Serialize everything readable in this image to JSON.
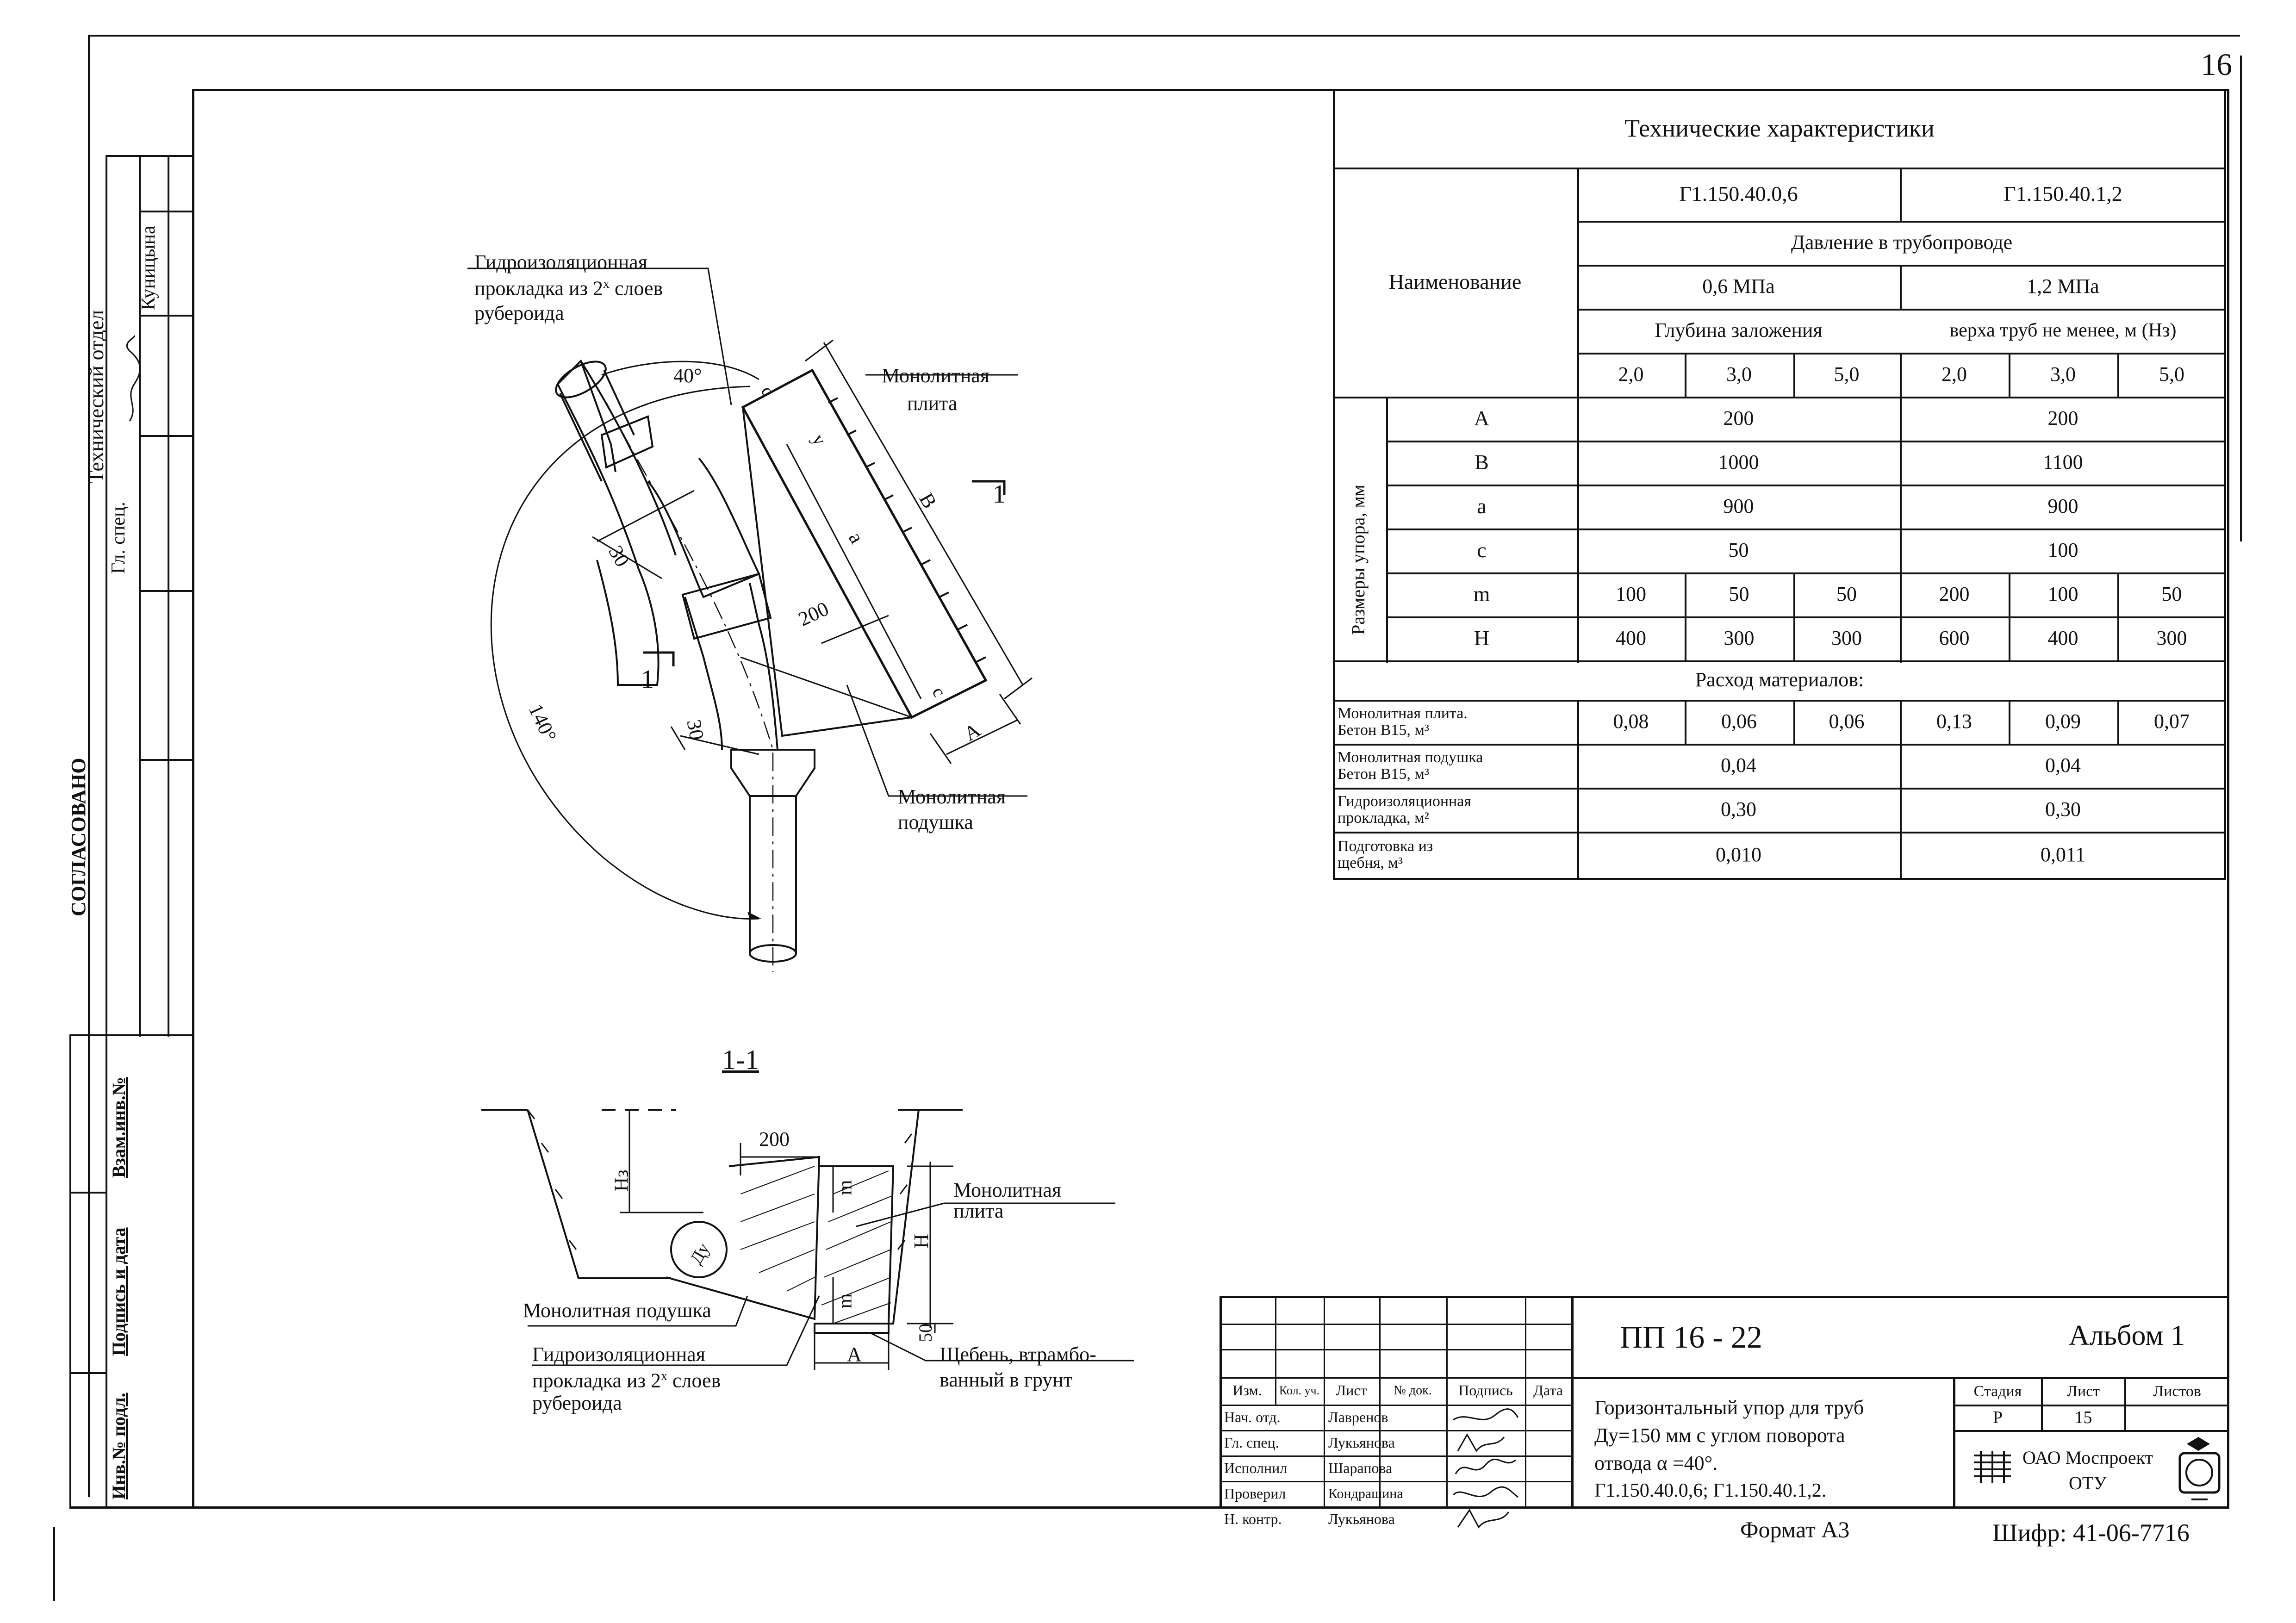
{
  "corner_number": "16",
  "left_margin": {
    "soglasovano": "СОГЛАСОВАНО",
    "tech_dept": "Технический отдел",
    "gl_spec": "Гл. спец.",
    "kunitsyna": "Куницына",
    "vzam_inv": "Взам.инв.№",
    "podpis_data": "Подпись и дата",
    "inv_podl": "Инв.№ подл."
  },
  "plan": {
    "label_gidro": [
      "Гидроизоляционная",
      "прокладка из 2",
      "х",
      " слоев",
      "рубероида"
    ],
    "label_plita": [
      "Монолитная",
      "плита"
    ],
    "label_podushka": [
      "Монолитная",
      "подушка"
    ],
    "dim_40": "40°",
    "dim_140": "140°",
    "dim_30a": "30",
    "dim_30b": "30",
    "dim_200": "200",
    "dim_a": "a",
    "dim_B": "B",
    "dim_A": "A",
    "dim_c1": "c",
    "dim_c2": "c",
    "dim_y": "y",
    "sec_1a": "1",
    "sec_1b": "1"
  },
  "section": {
    "title": "1-1",
    "dim_200": "200",
    "dim_Hz": "Нз",
    "dim_m1": "m",
    "dim_m2": "m",
    "dim_H": "H",
    "dim_50": "50",
    "dim_A": "A",
    "dim_Du": "Ду",
    "label_plita": [
      "Монолитная",
      "плита"
    ],
    "label_podushka": "Монолитная подушка",
    "label_gidro": [
      "Гидроизоляционная",
      "прокладка из 2",
      "х",
      " слоев",
      "рубероида"
    ],
    "label_sheben": [
      "Щебень, втрамбо-",
      "ванный в грунт"
    ]
  },
  "table": {
    "title": "Технические характеристики",
    "name_header": "Наименование",
    "col_a": "Г1.150.40.0,6",
    "col_b": "Г1.150.40.1,2",
    "pressure_header": "Давление в трубопроводе",
    "pressure_a": "0,6 МПа",
    "pressure_b": "1,2 МПа",
    "depth_header": "Глубина заложения",
    "depth_header2": "верха  труб не менее,   м (Нз)",
    "depths": [
      "2,0",
      "3,0",
      "5,0",
      "2,0",
      "3,0",
      "5,0"
    ],
    "dims_group": "Размеры упора, мм",
    "rows": [
      {
        "name": "A",
        "a": "200",
        "b": "200"
      },
      {
        "name": "B",
        "a": "1000",
        "b": "1100"
      },
      {
        "name": "a",
        "a": "900",
        "b": "900"
      },
      {
        "name": "c",
        "a": "50",
        "b": "100"
      }
    ],
    "row_m": {
      "name": "m",
      "vals": [
        "100",
        "50",
        "50",
        "200",
        "100",
        "50"
      ]
    },
    "row_H": {
      "name": "H",
      "vals": [
        "400",
        "300",
        "300",
        "600",
        "400",
        "300"
      ]
    },
    "materials_header": "Расход материалов:",
    "mat_rows": [
      {
        "name": [
          "Монолитная плита.",
          "Бетон В15, м³"
        ],
        "vals": [
          "0,08",
          "0,06",
          "0,06",
          "0,13",
          "0,09",
          "0,07"
        ]
      },
      {
        "name": [
          "Монолитная подушка",
          "Бетон В15, м³"
        ],
        "a": "0,04",
        "b": "0,04"
      },
      {
        "name": [
          "Гидроизоляционная",
          "прокладка, м²"
        ],
        "a": "0,30",
        "b": "0,30"
      },
      {
        "name": [
          "Подготовка из",
          "щебня, м³"
        ],
        "a": "0,010",
        "b": "0,011"
      }
    ]
  },
  "title_block": {
    "code": "ПП   16 - 22",
    "album": "Альбом 1",
    "hdr": [
      "Изм.",
      "Кол. уч.",
      "Лист",
      "№ док.",
      "Подпись",
      "Дата"
    ],
    "people": [
      {
        "role": "Нач. отд.",
        "name": "Лавренов"
      },
      {
        "role": "Гл. спец.",
        "name": "Лукьянова"
      },
      {
        "role": "Исполнил",
        "name": "Шарапова"
      },
      {
        "role": "Проверил",
        "name": "Кондрашина"
      },
      {
        "role": "Н. контр.",
        "name": "Лукьянова"
      }
    ],
    "desc": [
      "Горизонтальный упор для труб",
      "Ду=150 мм с углом поворота",
      "отвода  α  =40°.",
      "Г1.150.40.0,6;   Г1.150.40.1,2."
    ],
    "stage_lbl": "Стадия",
    "sheet_lbl": "Лист",
    "sheets_lbl": "Листов",
    "stage": "Р",
    "sheet": "15",
    "org1": "ОАО Моспроект",
    "org2": "ОТУ",
    "format": "Формат А3",
    "cipher": "Шифр: 41-06-7716"
  },
  "colors": {
    "ink": "#111111",
    "paper": "#ffffff"
  }
}
